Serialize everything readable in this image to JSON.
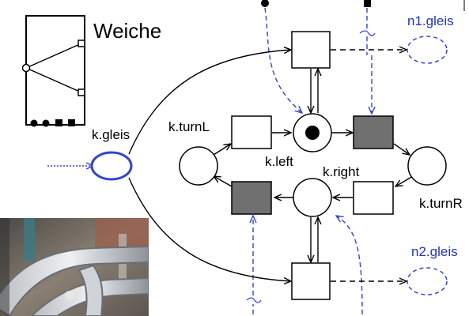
{
  "component": {
    "title": "Weiche"
  },
  "places": {
    "k_gleis": "k.gleis",
    "n1_gleis": "n1.gleis",
    "n2_gleis": "n2.gleis",
    "k_left": "k.left",
    "k_right": "k.right",
    "k_turnL": "k.turnL",
    "k_turnR": "k.turnR"
  },
  "colors": {
    "arc": "#000000",
    "io_arc": "#3344cc",
    "place_highlight": "#3344cc",
    "transition_fired": "#707070",
    "label_blue": "#2233bb"
  },
  "photo": {
    "subject": "rail-switch-model-photo"
  }
}
